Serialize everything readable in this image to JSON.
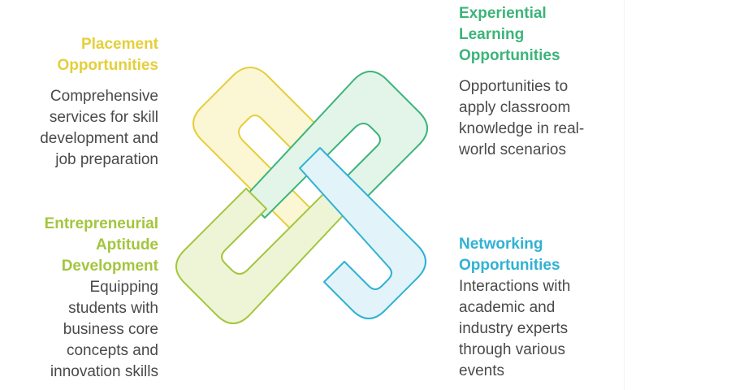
{
  "sections": {
    "placement": {
      "title": [
        "Placement",
        "Opportunities"
      ],
      "desc": [
        "Comprehensive",
        "services for skill",
        "development and",
        "job preparation"
      ],
      "color": "#e4cf3b",
      "fill": "#fbf6d4"
    },
    "experiential": {
      "title": [
        "Experiential",
        "Learning",
        "Opportunities"
      ],
      "desc": [
        "Opportunities to",
        "apply classroom",
        "knowledge in real-",
        "world scenarios"
      ],
      "color": "#3cb479",
      "fill": "#e3f4e9"
    },
    "entrepreneurial": {
      "title": [
        "Entrepreneurial",
        "Aptitude",
        "Development"
      ],
      "desc": [
        "Equipping",
        "students with",
        "business core",
        "concepts and",
        "innovation skills"
      ],
      "color": "#a3c63e",
      "fill": "#eef5d6"
    },
    "networking": {
      "title": [
        "Networking",
        "Opportunities"
      ],
      "desc": [
        "Interactions with",
        "academic and",
        "industry experts",
        "through various",
        "events"
      ],
      "color": "#2fb2d4",
      "fill": "#e2f3f9"
    }
  },
  "icons": [
    "interlocking-links-icon"
  ]
}
